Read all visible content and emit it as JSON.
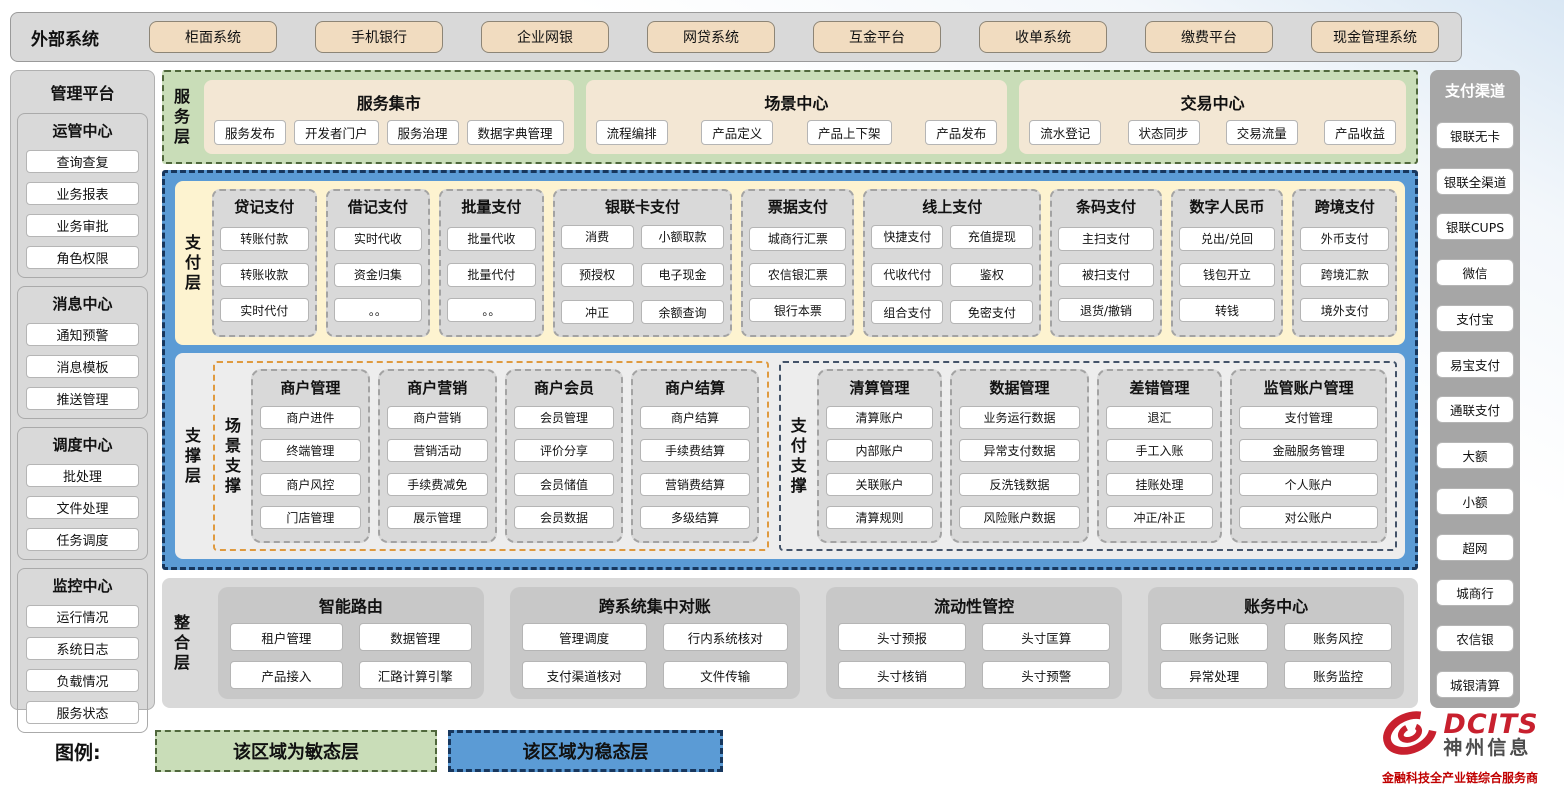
{
  "external_systems": {
    "title": "外部系统",
    "items": [
      "柜面系统",
      "手机银行",
      "企业网银",
      "网贷系统",
      "互金平台",
      "收单系统",
      "缴费平台",
      "现金管理系统"
    ]
  },
  "management_platform": {
    "title": "管理平台",
    "sections": [
      {
        "title": "运管中心",
        "items": [
          "查询查复",
          "业务报表",
          "业务审批",
          "角色权限"
        ]
      },
      {
        "title": "消息中心",
        "items": [
          "通知预警",
          "消息模板",
          "推送管理"
        ]
      },
      {
        "title": "调度中心",
        "items": [
          "批处理",
          "文件处理",
          "任务调度"
        ]
      },
      {
        "title": "监控中心",
        "items": [
          "运行情况",
          "系统日志",
          "负载情况",
          "服务状态"
        ]
      }
    ]
  },
  "service_layer": {
    "label": "服务层",
    "groups": [
      {
        "title": "服务集市",
        "items": [
          "服务发布",
          "开发者门户",
          "服务治理",
          "数据字典管理"
        ]
      },
      {
        "title": "场景中心",
        "items": [
          "流程编排",
          "产品定义",
          "产品上下架",
          "产品发布"
        ]
      },
      {
        "title": "交易中心",
        "items": [
          "流水登记",
          "状态同步",
          "交易流量",
          "产品收益"
        ]
      }
    ]
  },
  "payment_layer": {
    "label": "支付层",
    "groups": [
      {
        "title": "贷记支付",
        "items": [
          "转账付款",
          "转账收款",
          "实时代付"
        ]
      },
      {
        "title": "借记支付",
        "items": [
          "实时代收",
          "资金归集",
          "。。"
        ]
      },
      {
        "title": "批量支付",
        "items": [
          "批量代收",
          "批量代付",
          "。。"
        ]
      },
      {
        "title": "银联卡支付",
        "items": [
          "消费",
          "小额取款",
          "预授权",
          "电子现金",
          "冲正",
          "余额查询"
        ]
      },
      {
        "title": "票据支付",
        "items": [
          "城商行汇票",
          "农信银汇票",
          "银行本票"
        ]
      },
      {
        "title": "线上支付",
        "items": [
          "快捷支付",
          "充值提现",
          "代收代付",
          "鉴权",
          "组合支付",
          "免密支付"
        ]
      },
      {
        "title": "条码支付",
        "items": [
          "主扫支付",
          "被扫支付",
          "退货/撤销"
        ]
      },
      {
        "title": "数字人民币",
        "items": [
          "兑出/兑回",
          "钱包开立",
          "转钱"
        ]
      },
      {
        "title": "跨境支付",
        "items": [
          "外币支付",
          "跨境汇款",
          "境外支付"
        ]
      }
    ]
  },
  "support_layer": {
    "label": "支撑层",
    "regions": [
      {
        "label": "场景支撑",
        "groups": [
          {
            "title": "商户管理",
            "items": [
              "商户进件",
              "终端管理",
              "商户风控",
              "门店管理"
            ]
          },
          {
            "title": "商户营销",
            "items": [
              "商户营销",
              "营销活动",
              "手续费减免",
              "展示管理"
            ]
          },
          {
            "title": "商户会员",
            "items": [
              "会员管理",
              "评价分享",
              "会员储值",
              "会员数据"
            ]
          },
          {
            "title": "商户结算",
            "items": [
              "商户结算",
              "手续费结算",
              "营销费结算",
              "多级结算"
            ]
          }
        ]
      },
      {
        "label": "支付支撑",
        "groups": [
          {
            "title": "清算管理",
            "items": [
              "清算账户",
              "内部账户",
              "关联账户",
              "清算规则"
            ]
          },
          {
            "title": "数据管理",
            "items": [
              "业务运行数据",
              "异常支付数据",
              "反洗钱数据",
              "风险账户数据"
            ]
          },
          {
            "title": "差错管理",
            "items": [
              "退汇",
              "手工入账",
              "挂账处理",
              "冲正/补正"
            ]
          },
          {
            "title": "监管账户管理",
            "items": [
              "支付管理",
              "金融服务管理",
              "个人账户",
              "对公账户"
            ]
          }
        ]
      }
    ]
  },
  "integration_layer": {
    "label": "整合层",
    "groups": [
      {
        "title": "智能路由",
        "items": [
          "租户管理",
          "数据管理",
          "产品接入",
          "汇路计算引擎"
        ]
      },
      {
        "title": "跨系统集中对账",
        "items": [
          "管理调度",
          "行内系统核对",
          "支付渠道核对",
          "文件传输"
        ]
      },
      {
        "title": "流动性管控",
        "items": [
          "头寸预报",
          "头寸匡算",
          "头寸核销",
          "头寸预警"
        ]
      },
      {
        "title": "账务中心",
        "items": [
          "账务记账",
          "账务风控",
          "异常处理",
          "账务监控"
        ]
      }
    ]
  },
  "payment_channels": {
    "title": "支付渠道",
    "items": [
      "银联无卡",
      "银联全渠道",
      "银联CUPS",
      "微信",
      "支付宝",
      "易宝支付",
      "通联支付",
      "大额",
      "小额",
      "超网",
      "城商行",
      "农信银",
      "城银清算"
    ]
  },
  "legend": {
    "label": "图例:",
    "agile": "该区域为敏态层",
    "stable": "该区域为稳态层"
  },
  "logo": {
    "brand": "DCITS",
    "company": "神州信息",
    "tagline": "金融科技全产业链综合服务商"
  },
  "colors": {
    "agile_green": "#c9ddb8",
    "stable_blue": "#5b9bd5",
    "cream_band": "#fdf3d0",
    "panel_gray": "#d9d9d9",
    "channel_gray": "#a6a6a6",
    "tan_button": "#f1dcc0",
    "brand_red": "#c8202e",
    "scene_orange": "#df9a3f",
    "paysup_navy": "#44546a"
  }
}
